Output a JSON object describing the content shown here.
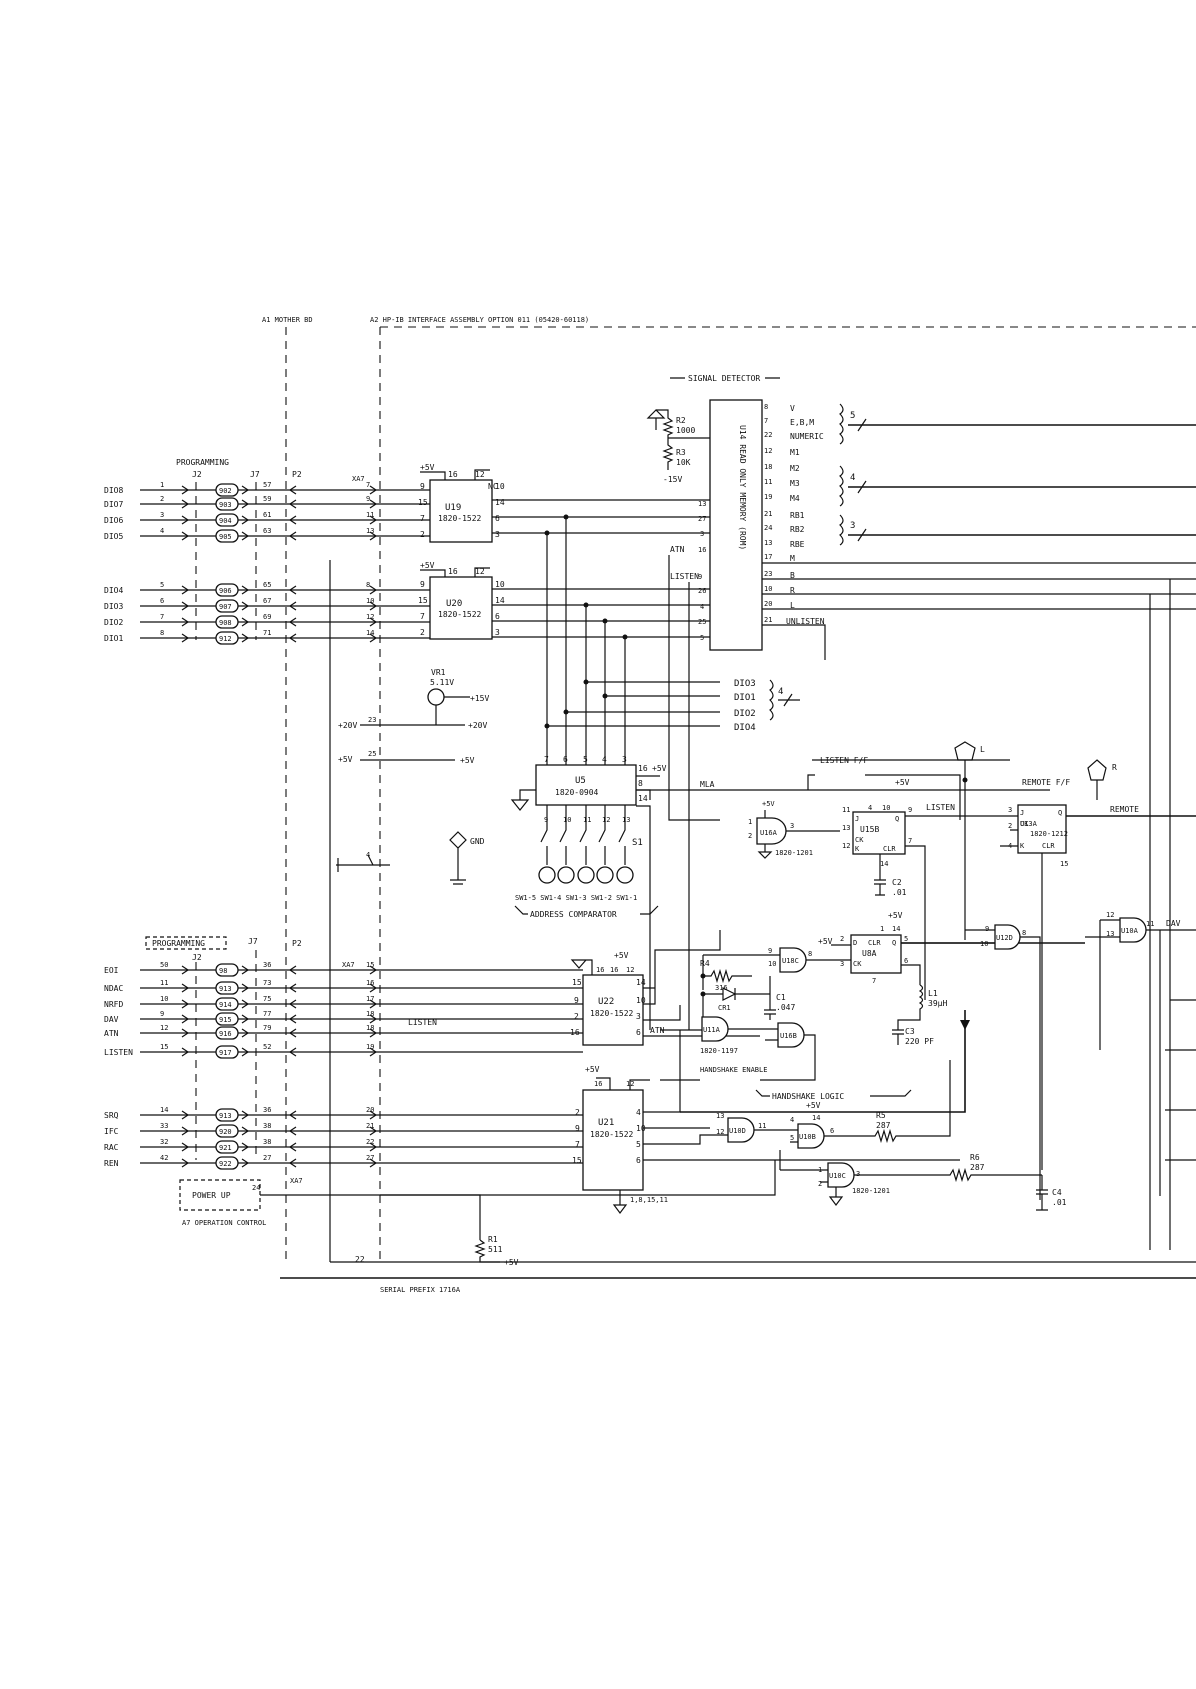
{
  "header": {
    "a1_label": "A1 MOTHER BD",
    "a2_label": "A2 HP-IB INTERFACE ASSEMBLY OPTION 011 (05420-60118)"
  },
  "signal_detector": {
    "label": "SIGNAL DETECTOR"
  },
  "rom": {
    "label": "U14 READ ONLY MEMORY (ROM)",
    "r2": "R2",
    "r2_val": "1000",
    "r3": "R3",
    "r3_val": "10K",
    "vneg": "-15V",
    "outputs": [
      {
        "pin": "8",
        "name": "V"
      },
      {
        "pin": "7",
        "name": "E,B,M"
      },
      {
        "pin": "22",
        "name": "NUMERIC"
      },
      {
        "pin": "12",
        "name": "M1"
      },
      {
        "pin": "18",
        "name": "M2"
      },
      {
        "pin": "11",
        "name": "M3"
      },
      {
        "pin": "19",
        "name": "M4"
      },
      {
        "pin": "21",
        "name": "RB1"
      },
      {
        "pin": "24",
        "name": "RB2"
      },
      {
        "pin": "13",
        "name": "RBE"
      },
      {
        "pin": "17",
        "name": "M"
      },
      {
        "pin": "23",
        "name": "B"
      },
      {
        "pin": "10",
        "name": "R"
      },
      {
        "pin": "20",
        "name": "L"
      },
      {
        "pin": "21",
        "name": "UNLISTEN"
      }
    ],
    "inputs": [
      {
        "pin": "13"
      },
      {
        "pin": "27"
      },
      {
        "pin": "3"
      },
      {
        "pin": "16",
        "name": "ATN"
      },
      {
        "pin": "9",
        "name": "LISTEN"
      },
      {
        "pin": "26"
      },
      {
        "pin": "4"
      },
      {
        "pin": "25"
      },
      {
        "pin": "5"
      }
    ],
    "bus_counts": [
      "5",
      "4",
      "3"
    ]
  },
  "programming_top": {
    "label": "PROGRAMMING",
    "j2": "J2",
    "j7": "J7",
    "p2": "P2",
    "xa": "XA7",
    "rows": [
      {
        "sig": "DIO8",
        "j2": "1",
        "wire": "902",
        "j7": "57",
        "p2": "7"
      },
      {
        "sig": "DIO7",
        "j2": "2",
        "wire": "903",
        "j7": "59",
        "p2": "9"
      },
      {
        "sig": "DIO6",
        "j2": "3",
        "wire": "904",
        "j7": "61",
        "p2": "11"
      },
      {
        "sig": "DIO5",
        "j2": "4",
        "wire": "905",
        "j7": "63",
        "p2": "13"
      },
      {
        "sig": "DIO4",
        "j2": "5",
        "wire": "906",
        "j7": "65",
        "p2": "8"
      },
      {
        "sig": "DIO3",
        "j2": "6",
        "wire": "907",
        "j7": "67",
        "p2": "10"
      },
      {
        "sig": "DIO2",
        "j2": "7",
        "wire": "908",
        "j7": "69",
        "p2": "12"
      },
      {
        "sig": "DIO1",
        "j2": "8",
        "wire": "912",
        "j7": "71",
        "p2": "14"
      }
    ]
  },
  "u19": {
    "name": "U19",
    "part": "1820-1522",
    "vcc": "+5V",
    "nc": "NC",
    "pins_top": [
      "16",
      "12"
    ],
    "pins_left": [
      "9",
      "15",
      "7",
      "2"
    ],
    "pins_right": [
      "10",
      "14",
      "6",
      "3"
    ]
  },
  "u20": {
    "name": "U20",
    "part": "1820-1522",
    "vcc": "+5V",
    "pins_top": [
      "16",
      "12"
    ],
    "pins_left": [
      "9",
      "15",
      "7",
      "2"
    ],
    "pins_right": [
      "10",
      "14",
      "6",
      "3"
    ]
  },
  "power": {
    "vr1": "VR1",
    "vr1_val": "5.11V",
    "p15": "+15V",
    "p20": "+20V",
    "p5": "+5V",
    "p20_pin": "23",
    "p5_pin": "25",
    "gnd": "GND",
    "gnd_pin": "4"
  },
  "dio_bus": {
    "lines": [
      "DIO3",
      "DIO1",
      "DIO2",
      "DIO4"
    ],
    "count": "4"
  },
  "u5": {
    "name": "U5",
    "part": "1820-0904",
    "vcc": "+5V",
    "mla": "MLA",
    "pins_top": [
      "7",
      "6",
      "5",
      "4",
      "3"
    ],
    "pins_right": [
      "16",
      "8",
      "14"
    ]
  },
  "s1": {
    "name": "S1",
    "pins": [
      "9",
      "10",
      "11",
      "12",
      "13"
    ],
    "switch_label": "SW1-5 SW1-4 SW1-3 SW1-2 SW1-1",
    "comparator": "ADDRESS COMPARATOR"
  },
  "listen_ff": {
    "label": "LISTEN F/F",
    "vcc": "+5V",
    "listen": "LISTEN",
    "u16a": {
      "name": "U16A",
      "pins": [
        "1",
        "2",
        "3"
      ],
      "part": "1820-1201",
      "vcc": "+5V"
    },
    "u15b": {
      "name": "U15B",
      "pins": [
        "11",
        "4",
        "10",
        "9",
        "13",
        "12",
        "7",
        "14"
      ],
      "ck": "CK",
      "clr": "CLR",
      "j": "J",
      "k": "K",
      "q": "Q"
    },
    "c2": "C2",
    "c2_val": ".01",
    "l_out": "L"
  },
  "remote_ff": {
    "label": "REMOTE F/F",
    "remote": "REMOTE",
    "r_out": "R",
    "u13a": {
      "name": "U13A",
      "part": "1820-1212",
      "pins": [
        "3",
        "2",
        "4",
        "15"
      ],
      "ck": "CK",
      "clr": "CLR",
      "j": "J",
      "k": "K",
      "q": "Q"
    }
  },
  "programming_bottom": {
    "label": "PROGRAMMING",
    "j2": "J2",
    "j7": "J7",
    "p2": "P2",
    "xa": "XA7",
    "rows": [
      {
        "sig": "EOI",
        "j2": "50",
        "wire": "98",
        "j7": "36",
        "p2": "15"
      },
      {
        "sig": "NDAC",
        "j2": "11",
        "wire": "913",
        "j7": "73",
        "p2": "16"
      },
      {
        "sig": "NRFD",
        "j2": "10",
        "wire": "914",
        "j7": "75",
        "p2": "17"
      },
      {
        "sig": "DAV",
        "j2": "9",
        "wire": "915",
        "j7": "77",
        "p2": "18"
      },
      {
        "sig": "ATN",
        "j2": "12",
        "wire": "916",
        "j7": "79",
        "p2": "18"
      },
      {
        "sig": "LISTEN",
        "j2": "15",
        "wire": "917",
        "j7": "52",
        "p2": "19"
      },
      {
        "sig": "SRQ",
        "j2": "14",
        "wire": "913",
        "j7": "36",
        "p2": "20"
      },
      {
        "sig": "IFC",
        "j2": "33",
        "wire": "920",
        "j7": "38",
        "p2": "21"
      },
      {
        "sig": "RAC",
        "j2": "32",
        "wire": "921",
        "j7": "38",
        "p2": "22"
      },
      {
        "sig": "REN",
        "j2": "42",
        "wire": "922",
        "j7": "27",
        "p2": "27"
      }
    ]
  },
  "u22": {
    "name": "U22",
    "part": "1820-1522",
    "vcc": "+5V",
    "pins_top": [
      "16",
      "16",
      "12"
    ],
    "pins_left": [
      "15",
      "9",
      "2",
      "16"
    ],
    "pins_right": [
      "14",
      "10",
      "3",
      "6"
    ],
    "atn": "ATN"
  },
  "u21": {
    "name": "U21",
    "part": "1820-1522",
    "vcc": "+5V",
    "pins_top": [
      "16",
      "12"
    ],
    "pins_left": [
      "2",
      "9",
      "7",
      "15"
    ],
    "pins_right": [
      "4",
      "10",
      "5",
      "6"
    ],
    "pins_bottom": "1,8,15,11"
  },
  "handshake": {
    "label": "HANDSHAKE LOGIC",
    "enable": "HANDSHAKE ENABLE",
    "r4": "R4",
    "r4_val": "316",
    "cr1": "CR1",
    "c1": "C1",
    "c1_val": ".047",
    "u18c": "U18C",
    "u11a": "U11A",
    "u11a_part": "1820-1197",
    "u16b": "U16B",
    "u8a": {
      "name": "U8A",
      "vcc": "+5V",
      "pins": [
        "9",
        "10",
        "8",
        "1",
        "2",
        "3",
        "4",
        "5",
        "6",
        "14",
        "7"
      ],
      "d": "D",
      "ck": "CK",
      "clr": "CLR",
      "q": "Q"
    },
    "l1": "L1",
    "l1_val": "39µH",
    "c3": "C3",
    "c3_val": "220 PF"
  },
  "gates": {
    "u10d": "U10D",
    "u10c": "U10C",
    "u10b": "U10B",
    "u10b_pins": [
      "4",
      "14",
      "5",
      "6"
    ],
    "u12d": "U12D",
    "u10a": "U10A",
    "u10a_part": "1820-1201",
    "u10a_pins": [
      "1",
      "2",
      "3"
    ],
    "u10c_pins": [
      "9",
      "10",
      "8"
    ],
    "u10d_pins": [
      "12",
      "13",
      "11"
    ],
    "u10d_out": "DAV",
    "u12d_pins": [
      "13",
      "12",
      "11"
    ],
    "vcc": "+5V"
  },
  "resistors": {
    "r5": "R5",
    "r5_val": "287",
    "r6": "R6",
    "r6_val": "287",
    "r1": "R1",
    "r1_val": "511",
    "c4": "C4",
    "c4_val": ".01"
  },
  "power_up": {
    "label": "POWER UP",
    "control": "A7 OPERATION CONTROL",
    "pin": "24",
    "xa": "XA7"
  },
  "footer": {
    "serial": "SERIAL PREFIX 1716A",
    "pin": "22"
  }
}
